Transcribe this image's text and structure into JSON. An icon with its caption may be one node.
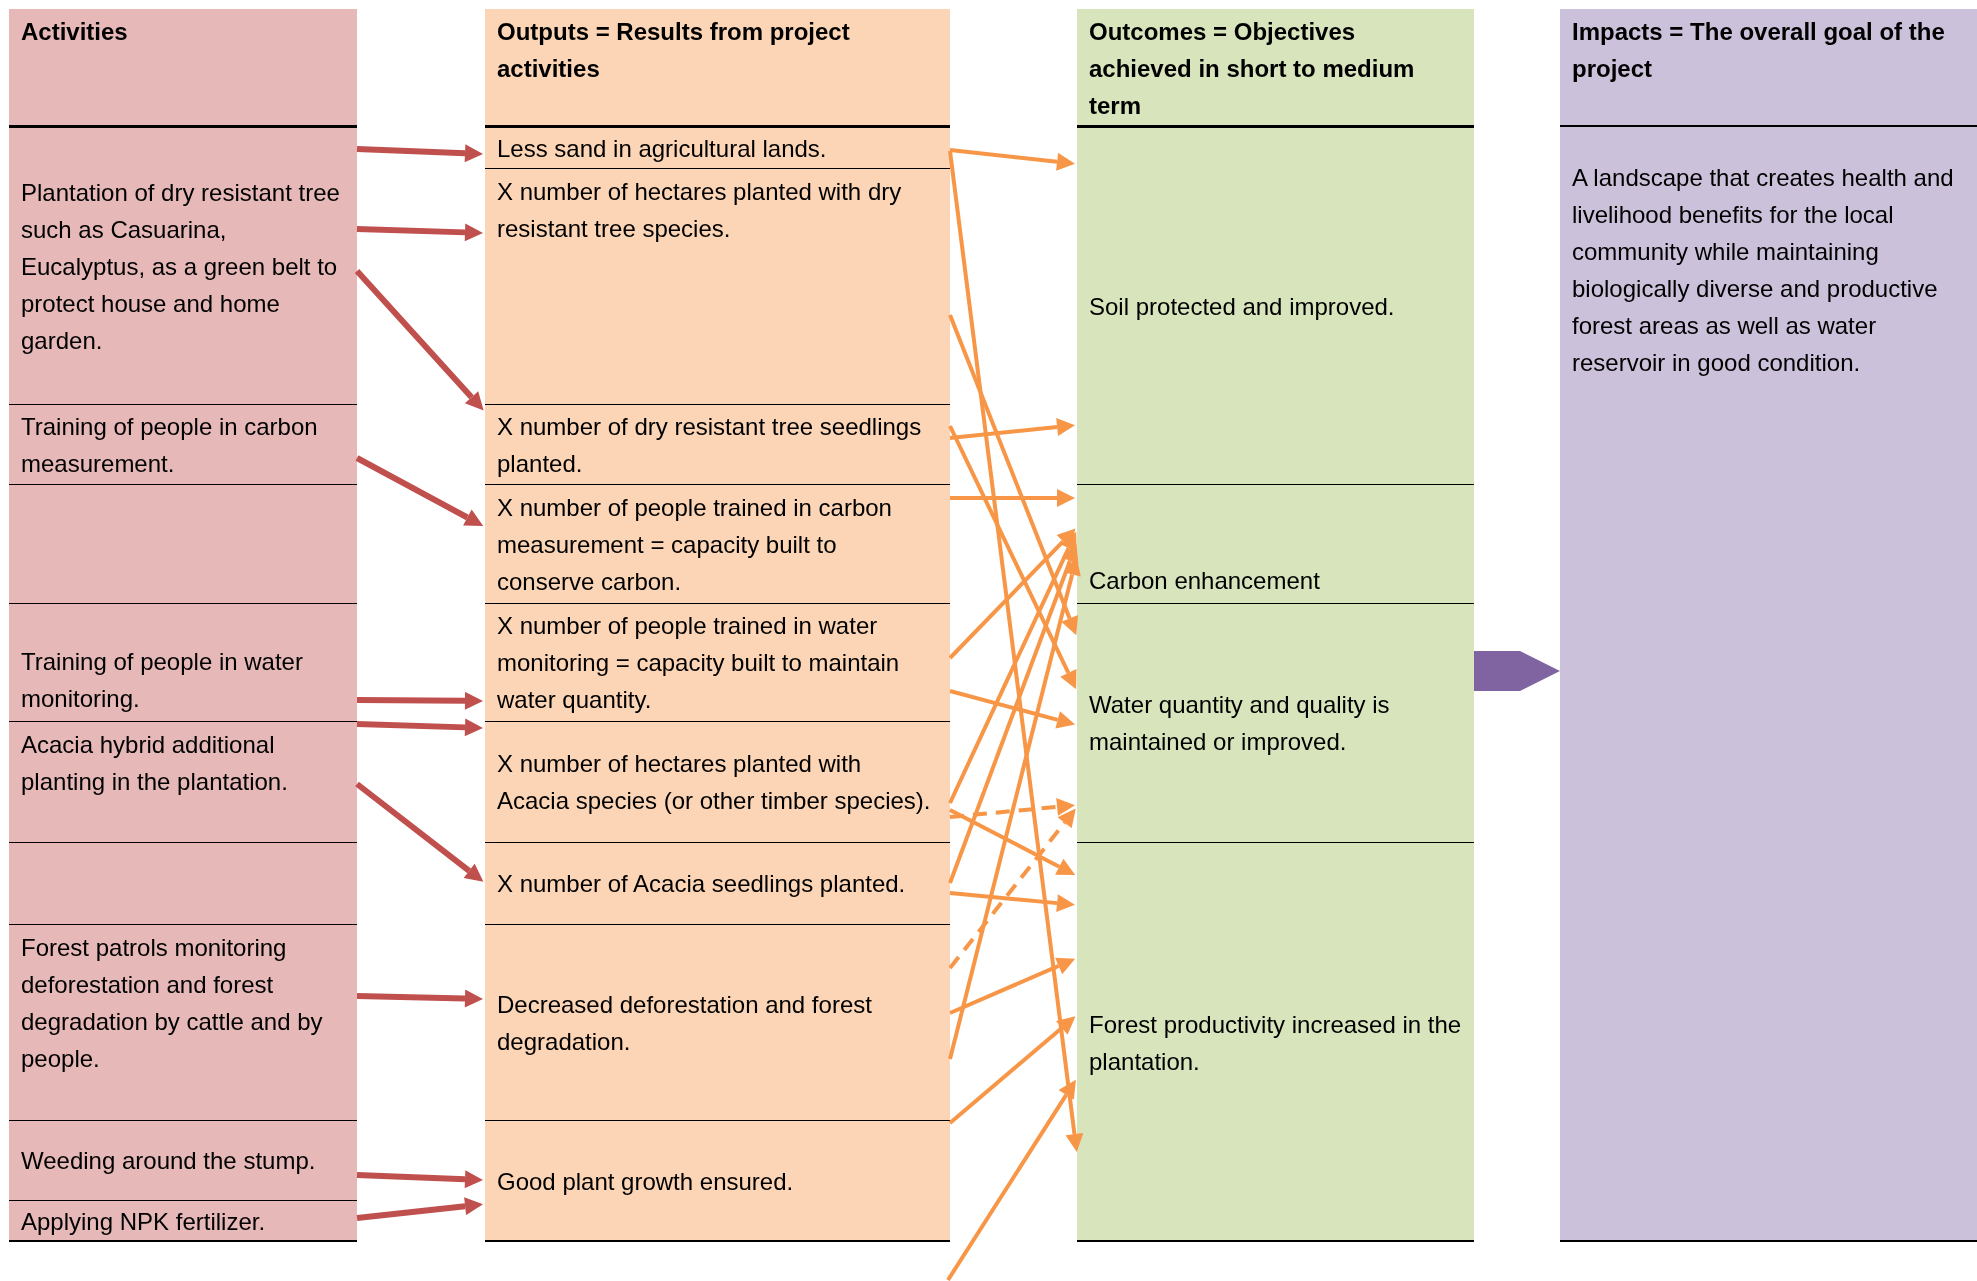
{
  "diagram": {
    "nodes": [
      {
        "text": [
          "Activities"
        ]
      },
      {
        "text": [
          "Plantation of dry resistant tree such as Casuarina, Eucalyptus, as a green belt to protect house and home garden."
        ],
        "in": 0
      },
      {
        "text": [
          "Training of people in carbon measurement."
        ],
        "in": 0
      },
      {
        "text": [],
        "shape": "box",
        "in": 0
      },
      {
        "text": [
          "Training of people in water monitoring."
        ],
        "in": 0
      },
      {
        "text": [
          "Acacia hybrid additional planting in the plantation."
        ],
        "in": 0
      },
      {
        "text": [],
        "shape": "box",
        "in": 0
      },
      {
        "text": [
          "Forest patrols monitoring deforestation and forest degradation by cattle and by people."
        ],
        "in": 0
      },
      {
        "text": [
          "Weeding around the stump."
        ],
        "in": 0
      },
      {
        "text": [
          "Applying NPK fertilizer."
        ],
        "in": 0
      },
      {
        "text": [
          "Outputs = Results from project activities"
        ]
      },
      {
        "text": [
          "Less sand in agricultural lands."
        ],
        "in": 10
      },
      {
        "text": [
          "X number of hectares planted with dry resistant tree species."
        ],
        "in": 10
      },
      {
        "text": [
          "X number of dry resistant tree seedlings planted."
        ],
        "in": 10
      },
      {
        "text": [
          "X number of people trained in carbon measurement = capacity built to conserve carbon."
        ],
        "in": 10
      },
      {
        "text": [
          "X number of people trained in water monitoring = capacity built to maintain water quantity."
        ],
        "in": 10
      },
      {
        "text": [
          "X number of hectares planted with Acacia species (or other timber species)."
        ],
        "in": 10
      },
      {
        "text": [
          "X number of Acacia seedlings planted."
        ],
        "in": 10
      },
      {
        "text": [
          "Decreased deforestation and forest degradation."
        ],
        "in": 10
      },
      {
        "text": [
          "Good plant growth ensured."
        ],
        "in": 10
      },
      {
        "text": [
          "Outcomes = Objectives achieved in short to medium term"
        ]
      },
      {
        "text": [
          "Soil protected and improved."
        ],
        "in": 20
      },
      {
        "text": [
          "Carbon enhancement"
        ],
        "in": 20
      },
      {
        "text": [
          "Water quantity and quality is maintained or improved."
        ],
        "in": 20
      },
      {
        "text": [
          "Forest productivity increased in the plantation."
        ],
        "in": 20
      },
      {
        "text": [
          "Impacts = The overall goal of the project",
          "A landscape that creates health and livelihood benefits for the local community while maintaining biologically diverse and productive forest areas as well as water reservoir in good condition."
        ]
      }
    ],
    "edges": [
      {
        "from": 1,
        "to": 11,
        "arrow": "to",
        "color": "#c0504d"
      },
      {
        "from": 1,
        "to": 12,
        "arrow": "to",
        "color": "#c0504d"
      },
      {
        "from": 1,
        "to": 13,
        "arrow": "to",
        "color": "#c0504d"
      },
      {
        "from": 2,
        "to": 14,
        "arrow": "to",
        "color": "#c0504d"
      },
      {
        "from": 4,
        "to": 15,
        "arrow": "to",
        "color": "#c0504d"
      },
      {
        "from": 5,
        "to": 16,
        "arrow": "to",
        "color": "#c0504d"
      },
      {
        "from": 5,
        "to": 17,
        "arrow": "to",
        "color": "#c0504d"
      },
      {
        "from": 7,
        "to": 18,
        "arrow": "to",
        "color": "#c0504d"
      },
      {
        "from": 8,
        "to": 19,
        "arrow": "to",
        "color": "#c0504d"
      },
      {
        "from": 9,
        "to": 19,
        "arrow": "to",
        "color": "#c0504d"
      },
      {
        "from": 11,
        "to": 21,
        "arrow": "to"
      },
      {
        "from": 11,
        "to": 24,
        "arrow": "to"
      },
      {
        "from": 12,
        "to": 23,
        "arrow": "to"
      },
      {
        "from": 13,
        "to": 21,
        "arrow": "to"
      },
      {
        "from": 13,
        "to": 23,
        "arrow": "to"
      },
      {
        "from": 14,
        "to": 22,
        "arrow": "to"
      },
      {
        "from": 15,
        "to": 22,
        "arrow": "to"
      },
      {
        "from": 15,
        "to": 23,
        "arrow": "to"
      },
      {
        "from": 16,
        "to": 22,
        "arrow": "to"
      },
      {
        "from": 16,
        "to": 23,
        "arrow": "to",
        "style": "dashed"
      },
      {
        "from": 16,
        "to": 24,
        "arrow": "to"
      },
      {
        "from": 17,
        "to": 22,
        "arrow": "to"
      },
      {
        "from": 17,
        "to": 24,
        "arrow": "to"
      },
      {
        "from": 18,
        "to": 23,
        "arrow": "to",
        "style": "dashed"
      },
      {
        "from": 18,
        "to": 24,
        "arrow": "to"
      },
      {
        "from": 18,
        "to": 22,
        "arrow": "to"
      },
      {
        "from": 19,
        "to": 24,
        "arrow": "to"
      },
      {
        "from": null,
        "to": 24,
        "arrow": "to"
      },
      {
        "from": 20,
        "to": 25,
        "arrow": "to",
        "style": "thick",
        "color": "#8064a2"
      }
    ]
  }
}
